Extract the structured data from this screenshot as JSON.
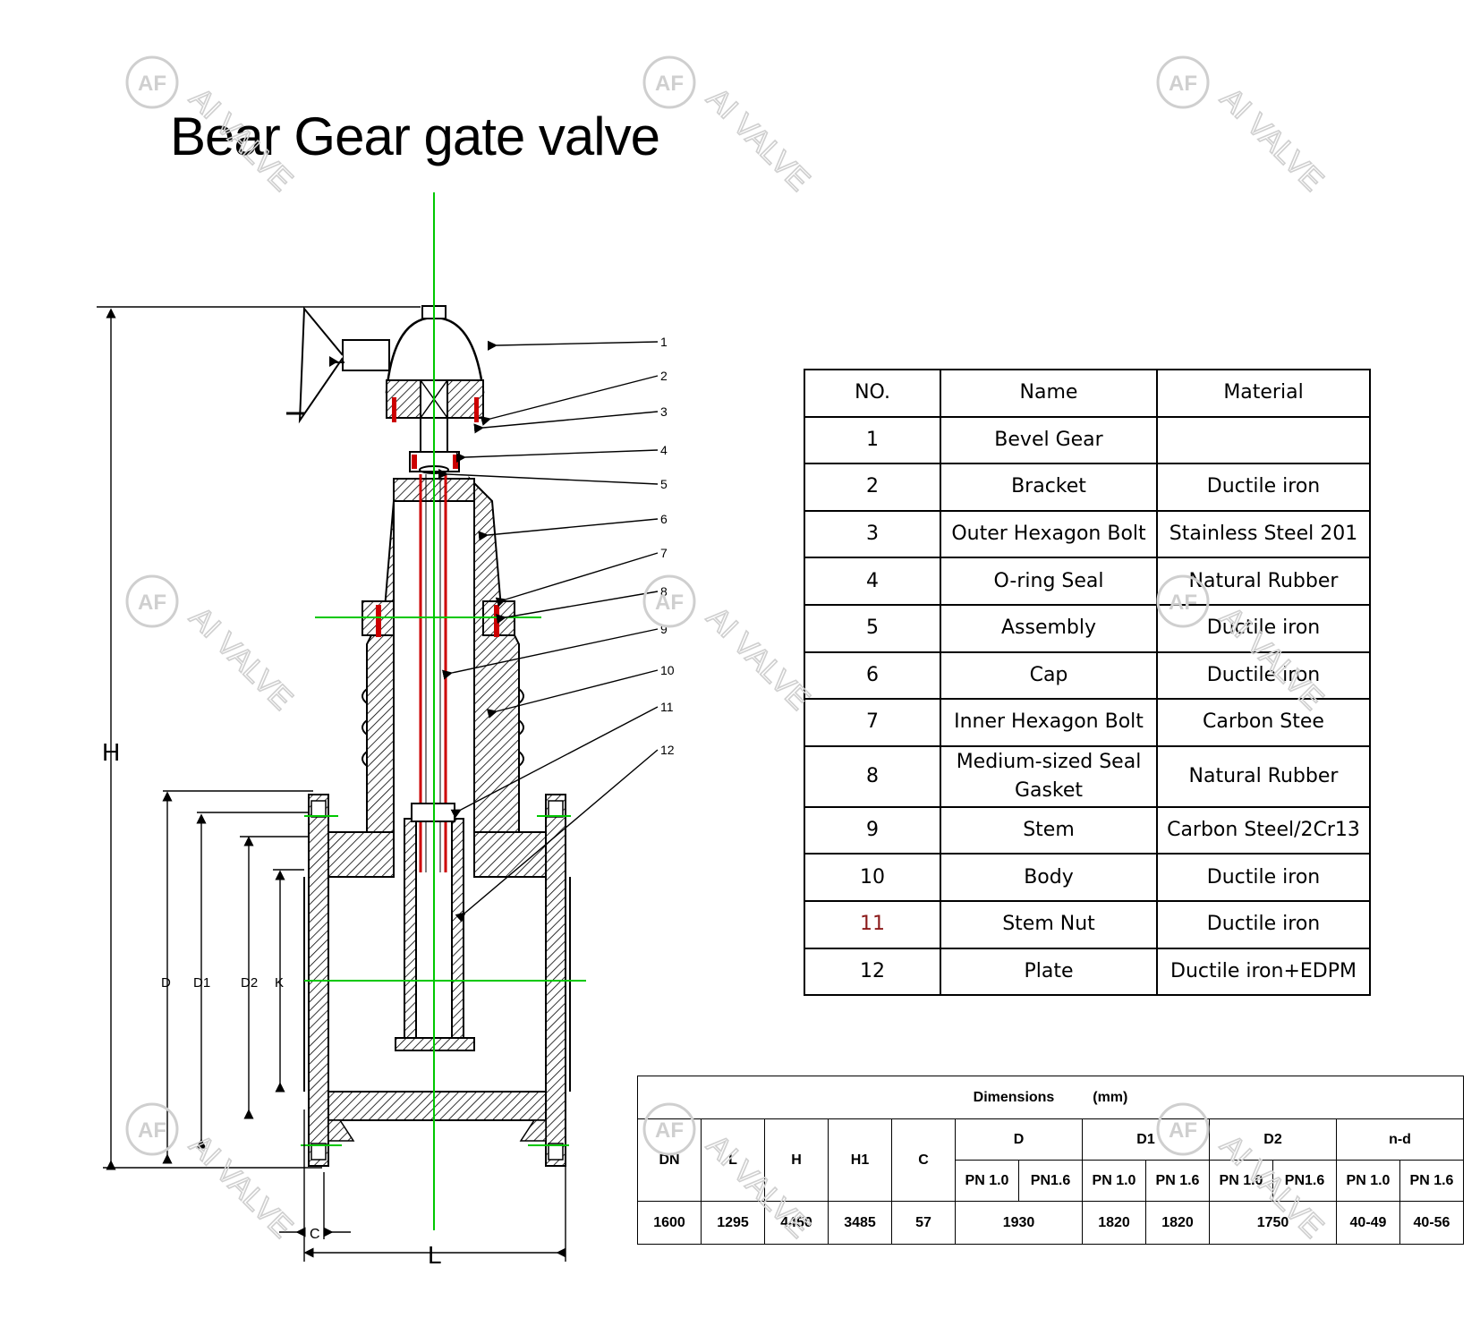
{
  "title": "Bear Gear gate valve",
  "watermark": {
    "logo": "AF",
    "text": "AI VALVE"
  },
  "drawing": {
    "callouts": [
      "1",
      "2",
      "3",
      "4",
      "5",
      "6",
      "7",
      "8",
      "9",
      "10",
      "11",
      "12"
    ],
    "dimension_labels": {
      "H": "H",
      "D": "D",
      "D1": "D1",
      "D2": "D2",
      "K": "K",
      "C": "C",
      "L": "L"
    }
  },
  "parts_table": {
    "headers": [
      "NO.",
      "Name",
      "Material"
    ],
    "rows": [
      [
        "1",
        "Bevel Gear",
        ""
      ],
      [
        "2",
        "Bracket",
        "Ductile iron"
      ],
      [
        "3",
        "Outer Hexagon Bolt",
        "Stainless Steel 201"
      ],
      [
        "4",
        "O-ring Seal",
        "Natural Rubber"
      ],
      [
        "5",
        "Assembly",
        "Ductile iron"
      ],
      [
        "6",
        "Cap",
        "Ductile iron"
      ],
      [
        "7",
        "Inner Hexagon Bolt",
        "Carbon Stee"
      ],
      [
        "8",
        "Medium-sized Seal Gasket",
        "Natural Rubber"
      ],
      [
        "9",
        "Stem",
        "Carbon Steel/2Cr13"
      ],
      [
        "10",
        "Body",
        "Ductile iron"
      ],
      [
        "11",
        "Stem Nut",
        "Ductile iron"
      ],
      [
        "12",
        "Plate",
        "Ductile iron+EDPM"
      ]
    ]
  },
  "dimensions_table": {
    "title": "Dimensions",
    "unit": "(mm)",
    "columns": [
      "DN",
      "L",
      "H",
      "H1",
      "C",
      "D",
      "D1",
      "D2",
      "n-d"
    ],
    "pressure_classes": [
      "PN 1.0",
      "PN1.6",
      "PN 1.0",
      "PN 1.6",
      "PN 1.0",
      "PN1.6",
      "PN 1.0",
      "PN 1.6"
    ],
    "values": {
      "DN": "1600",
      "L": "1295",
      "H": "4450",
      "H1": "3485",
      "C": "57",
      "D": "1930",
      "D1_pn10": "1820",
      "D1_pn16": "1820",
      "D2": "1750",
      "nd_pn10": "40-49",
      "nd_pn16": "40-56"
    }
  },
  "colors": {
    "centerline": "#00c800",
    "part_red": "#cc0000",
    "label_red": "#8b1a1a",
    "watermark": "#d6d6d6"
  }
}
